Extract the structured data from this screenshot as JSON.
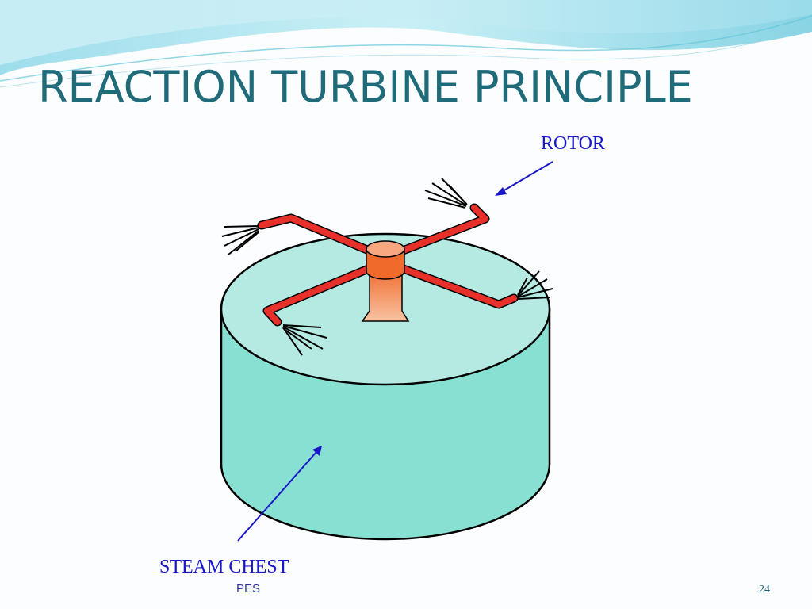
{
  "slide": {
    "title": "REACTION TURBINE PRINCIPLE",
    "footer": "PES",
    "page_number": "24"
  },
  "labels": {
    "rotor": "ROTOR",
    "steam_chest": "STEAM CHEST"
  },
  "colors": {
    "title": "#1f6b7a",
    "label": "#1a17c9",
    "chest_top": "#b4eae2",
    "chest_side": "#88e0d3",
    "rotor_arm": "#e8302a",
    "hub": "#f06a2c",
    "wave": "#5fc4d8"
  }
}
